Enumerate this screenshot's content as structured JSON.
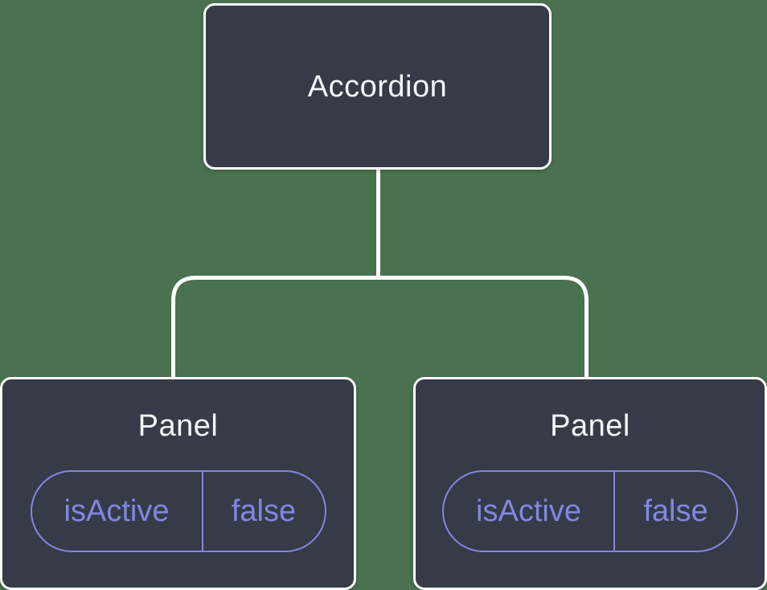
{
  "diagram": {
    "root_node": {
      "label": "Accordion"
    },
    "panel_nodes": [
      {
        "label": "Panel",
        "state_pill": {
          "key": "isActive",
          "value": "false"
        }
      },
      {
        "label": "Panel",
        "state_pill": {
          "key": "isActive",
          "value": "false"
        }
      }
    ]
  },
  "colors": {
    "background": "#4a7150",
    "node_fill": "#353b47",
    "node_border": "#ffffff",
    "node_text": "#f5f6f8",
    "state_accent": "#8287e2",
    "connector": "#ffffff"
  }
}
